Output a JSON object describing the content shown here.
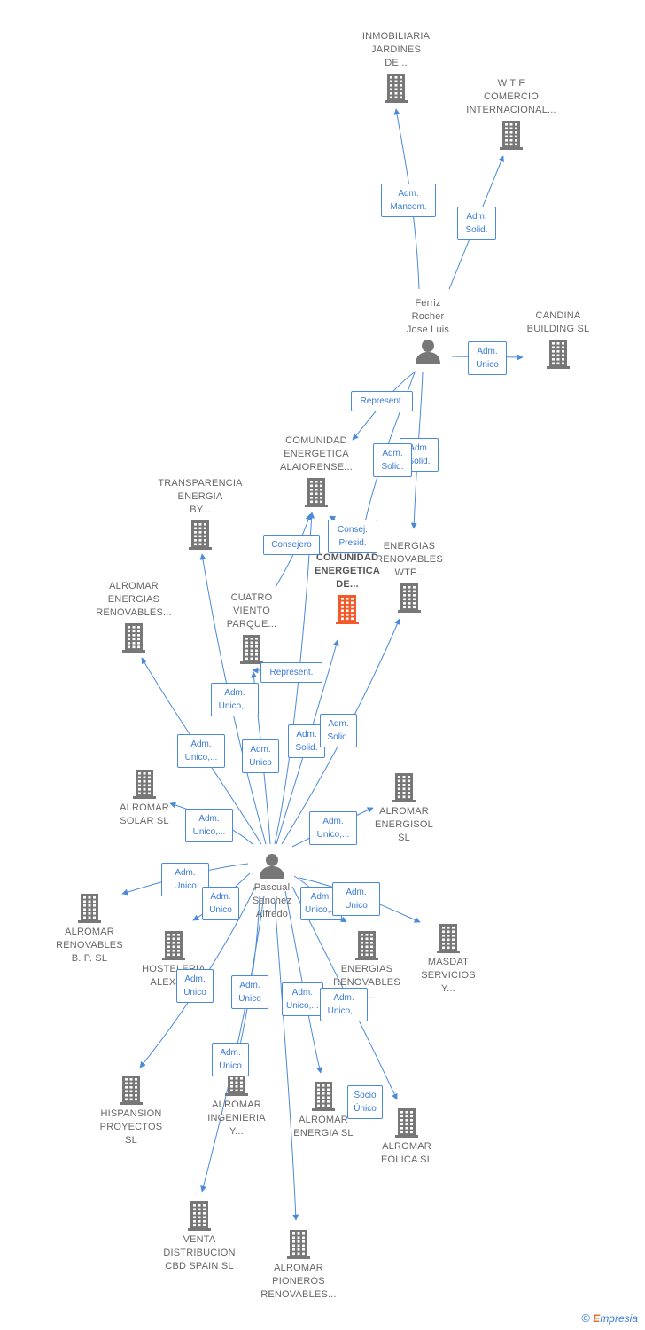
{
  "diagram": {
    "colors": {
      "edge": "#4a8ad8",
      "edge_label_border": "#4a8ad8",
      "edge_label_text": "#3a7bd5",
      "node_icon": "#777777",
      "focus_icon": "#f25a2a",
      "label_text": "#666666"
    },
    "nodes": [
      {
        "id": "inmobiliaria",
        "type": "company",
        "label": "INMOBILIARIA\nJARDINES\nDE..."
      },
      {
        "id": "wtf-comercio",
        "type": "company",
        "label": "W T F\nCOMERCIO\nINTERNACIONAL..."
      },
      {
        "id": "ferriz",
        "type": "person",
        "label": "Ferriz\nRocher\nJose Luis"
      },
      {
        "id": "candina",
        "type": "company",
        "label": "CANDINA\nBUILDING SL"
      },
      {
        "id": "comunidad-alaiorense",
        "type": "company",
        "label": "COMUNIDAD\nENERGETICA\nALAIORENSE..."
      },
      {
        "id": "transparencia",
        "type": "company",
        "label": "TRANSPARENCIA\nENERGIA\nBY..."
      },
      {
        "id": "comunidad-de",
        "type": "company-focus",
        "label": "COMUNIDAD\nENERGETICA\nDE..."
      },
      {
        "id": "energias-wtf",
        "type": "company",
        "label": "ENERGIAS\nRENOVABLES\nWTF..."
      },
      {
        "id": "alromar-energias",
        "type": "company",
        "label": "ALROMAR\nENERGIAS\nRENOVABLES..."
      },
      {
        "id": "cuatro-viento",
        "type": "company",
        "label": "CUATRO\nVIENTO\nPARQUE..."
      },
      {
        "id": "alromar-solar",
        "type": "company",
        "label": "ALROMAR\nSOLAR SL"
      },
      {
        "id": "alromar-energisol",
        "type": "company",
        "label": "ALROMAR\nENERGISOL\nSL"
      },
      {
        "id": "pascual",
        "type": "person",
        "label": "Pascual\nSanchez\nAlfredo"
      },
      {
        "id": "alromar-bp",
        "type": "company",
        "label": "ALROMAR\nRENOVABLES\nB. P. SL"
      },
      {
        "id": "hosteleria",
        "type": "company",
        "label": "HOSTELERIA\nALEXJO..."
      },
      {
        "id": "energias-o",
        "type": "company",
        "label": "ENERGIAS\nRENOVABLES\nO..."
      },
      {
        "id": "masdat",
        "type": "company",
        "label": "MASDAT\nSERVICIOS\nY..."
      },
      {
        "id": "hispansion",
        "type": "company",
        "label": "HISPANSION\nPROYECTOS\nSL"
      },
      {
        "id": "alromar-ingenieria",
        "type": "company",
        "label": "ALROMAR\nINGENIERIA\nY..."
      },
      {
        "id": "alromar-energia",
        "type": "company",
        "label": "ALROMAR\nENERGIA SL"
      },
      {
        "id": "alromar-eolica",
        "type": "company",
        "label": "ALROMAR\nEOLICA SL"
      },
      {
        "id": "venta",
        "type": "company",
        "label": "VENTA\nDISTRIBUCION\nCBD SPAIN SL"
      },
      {
        "id": "alromar-pioneros",
        "type": "company",
        "label": "ALROMAR\nPIONEROS\nRENOVABLES..."
      }
    ],
    "edges": [
      {
        "id": "e1",
        "label": "Adm.\nMancom."
      },
      {
        "id": "e2",
        "label": "Adm.\nSolid."
      },
      {
        "id": "e3",
        "label": "Adm.\nUnico"
      },
      {
        "id": "e4",
        "label": "Represent."
      },
      {
        "id": "e5",
        "label": "Adm.\nSolid."
      },
      {
        "id": "e6",
        "label": "Adm.\nSolid."
      },
      {
        "id": "e7",
        "label": "Consejero"
      },
      {
        "id": "e8",
        "label": "Consej.\nPresid."
      },
      {
        "id": "e9",
        "label": "Represent."
      },
      {
        "id": "e10",
        "label": "Adm.\nUnico,..."
      },
      {
        "id": "e11",
        "label": "Adm.\nUnico,..."
      },
      {
        "id": "e12",
        "label": "Adm.\nUnico"
      },
      {
        "id": "e13",
        "label": "Adm.\nSolid."
      },
      {
        "id": "e14",
        "label": "Adm.\nSolid."
      },
      {
        "id": "e15",
        "label": "Adm.\nUnico,..."
      },
      {
        "id": "e16",
        "label": "Adm.\nUnico,..."
      },
      {
        "id": "e17",
        "label": "Adm.\nUnico,..."
      },
      {
        "id": "e18",
        "label": "Adm.\nUnico"
      },
      {
        "id": "e19",
        "label": "Adm.\nUnico"
      },
      {
        "id": "e20",
        "label": "Adm.\nUnico,..."
      },
      {
        "id": "e21",
        "label": "Adm.\nUnico"
      },
      {
        "id": "e22",
        "label": "Adm.\nUnico"
      },
      {
        "id": "e23",
        "label": "Adm.\nUnico"
      },
      {
        "id": "e24",
        "label": "Adm.\nUnico,..."
      },
      {
        "id": "e25",
        "label": "Adm.\nUnico"
      },
      {
        "id": "e26",
        "label": "Adm.\nUnico,..."
      },
      {
        "id": "e27",
        "label": "Socio\nÚnico"
      }
    ]
  },
  "footer": {
    "copyright": "©",
    "brand_initial": "E",
    "brand_rest": "mpresia"
  }
}
